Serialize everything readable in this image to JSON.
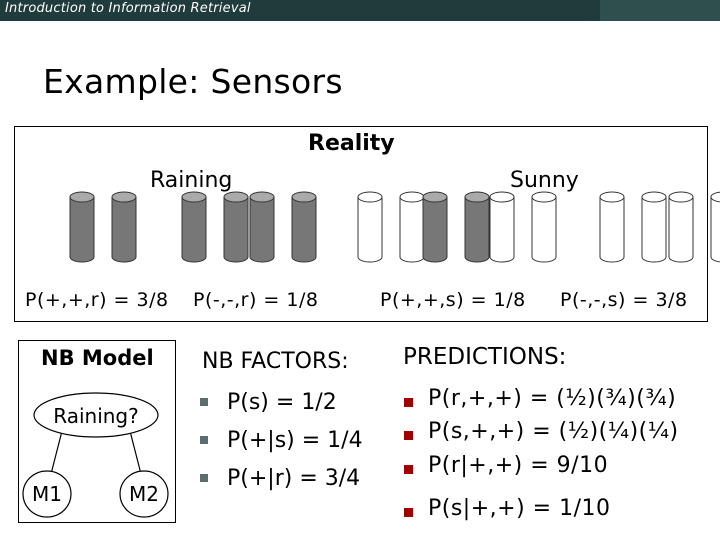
{
  "header": {
    "course": "Introduction to Information Retrieval"
  },
  "title": "Example: Sensors",
  "reality": {
    "label": "Reality",
    "raining_label": "Raining",
    "sunny_label": "Sunny",
    "probabilities": [
      "P(+,+,r) = 3/8",
      "P(-,-,r) = 1/8",
      "P(+,+,s) = 1/8",
      "P(-,-,s) = 3/8"
    ],
    "sensor_states": {
      "raining": [
        [
          "on",
          "on"
        ],
        [
          "on",
          "on"
        ],
        [
          "on",
          "on"
        ],
        [
          "off",
          "off"
        ]
      ],
      "sunny": [
        [
          "on",
          "on"
        ],
        [
          "off",
          "off"
        ],
        [
          "off",
          "off"
        ],
        [
          "off",
          "off"
        ]
      ]
    },
    "colors": {
      "on": "#777777",
      "off": "#ffffff"
    }
  },
  "nb_model": {
    "title": "NB Model",
    "root": "Raining?",
    "children": [
      "M1",
      "M2"
    ]
  },
  "nb_factors": {
    "title": "NB FACTORS:",
    "items": [
      "P(s) = 1/2",
      "P(+|s) = 1/4",
      "P(+|r) = 3/4"
    ]
  },
  "predictions": {
    "title": "PREDICTIONS:",
    "items": [
      "P(r,+,+) = (½)(¾)(¾)",
      "P(s,+,+) = (½)(¼)(¼)",
      "P(r|+,+) = 9/10",
      "P(s|+,+) = 1/10"
    ]
  }
}
